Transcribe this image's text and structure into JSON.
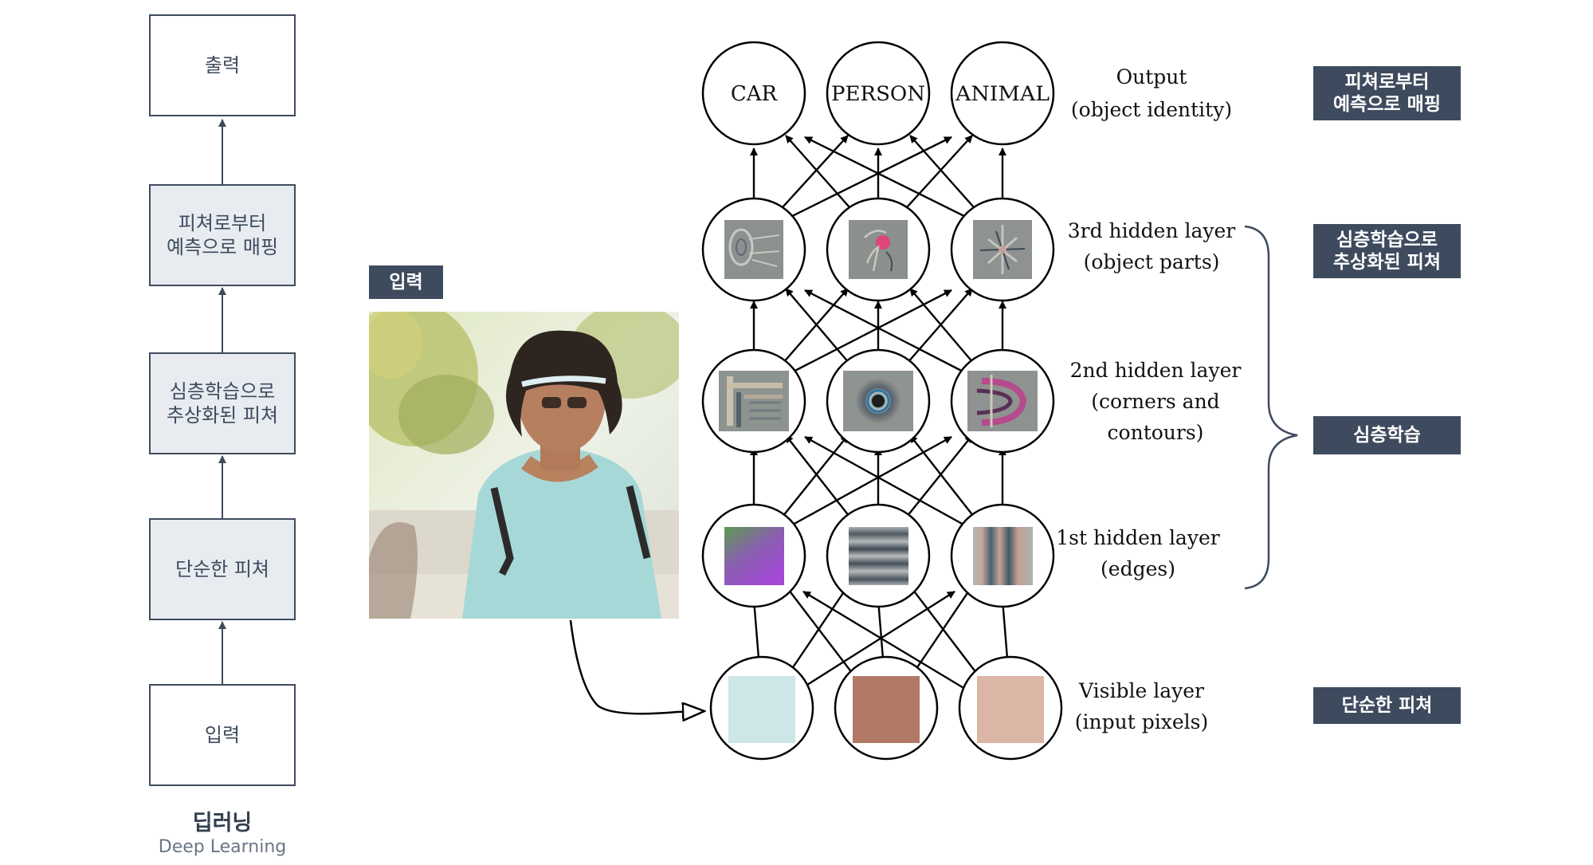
{
  "flow": {
    "boxes": [
      {
        "label": "출력"
      },
      {
        "label": "피쳐로부터\n예측으로 매핑"
      },
      {
        "label": "심층학습으로\n추상화된 피쳐"
      },
      {
        "label": "단순한 피쳐"
      },
      {
        "label": "입력"
      }
    ],
    "title": "딥러닝",
    "subtitle": "Deep Learning"
  },
  "input_tag": "입력",
  "network": {
    "output_nodes": [
      "CAR",
      "PERSON",
      "ANIMAL"
    ],
    "layer_labels": {
      "output": "Output\n(object identity)",
      "hidden3": "3rd hidden layer\n(object parts)",
      "hidden2": "2nd hidden layer\n(corners and\ncontours)",
      "hidden1": "1st hidden layer\n(edges)",
      "visible": "Visible layer\n(input pixels)"
    },
    "visible_colors": [
      "#cde6e8",
      "#b27a66",
      "#dbb5a5"
    ]
  },
  "right_tags": {
    "mapping": "피쳐로부터\n예측으로 매핑",
    "abstract": "심층학습으로\n추상화된 피쳐",
    "deep": "심층학습",
    "simple": "단순한 피쳐"
  },
  "colors": {
    "navy": "#3e4b5e",
    "box_fill": "#e8ecf1"
  }
}
